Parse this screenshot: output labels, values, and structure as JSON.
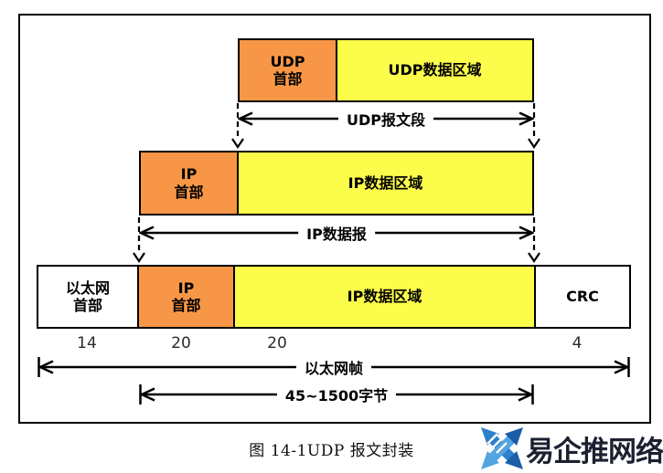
{
  "colors": {
    "header_box": "#F79646",
    "data_box": "#FCFC4A",
    "plain_box": "#FFFFFF",
    "line": "#000000",
    "logo_blue_dark": "#1A5DA8",
    "logo_blue_mid": "#2F7FCC",
    "logo_blue_light": "#53A4DF"
  },
  "udp_layer": {
    "header_line1": "UDP",
    "header_line2": "首部",
    "data_label": "UDP数据区域",
    "span_label": "UDP报文段"
  },
  "ip_layer": {
    "header_line1": "IP",
    "header_line2": "首部",
    "data_label": "IP数据区域",
    "span_label": "IP数据报"
  },
  "ethernet_layer": {
    "eth_header_line1": "以太网",
    "eth_header_line2": "首部",
    "ip_header_line1": "IP",
    "ip_header_line2": "首部",
    "data_label": "IP数据区域",
    "crc_label": "CRC",
    "frame_span_label": "以太网帧",
    "payload_span_label": "45~1500字节",
    "byte_sizes": [
      "14",
      "20",
      "20",
      "4"
    ]
  },
  "caption": "图 14-1UDP 报文封装",
  "watermark": {
    "text": "易企推网络",
    "logo": "crossed-arrows-x-logo"
  }
}
